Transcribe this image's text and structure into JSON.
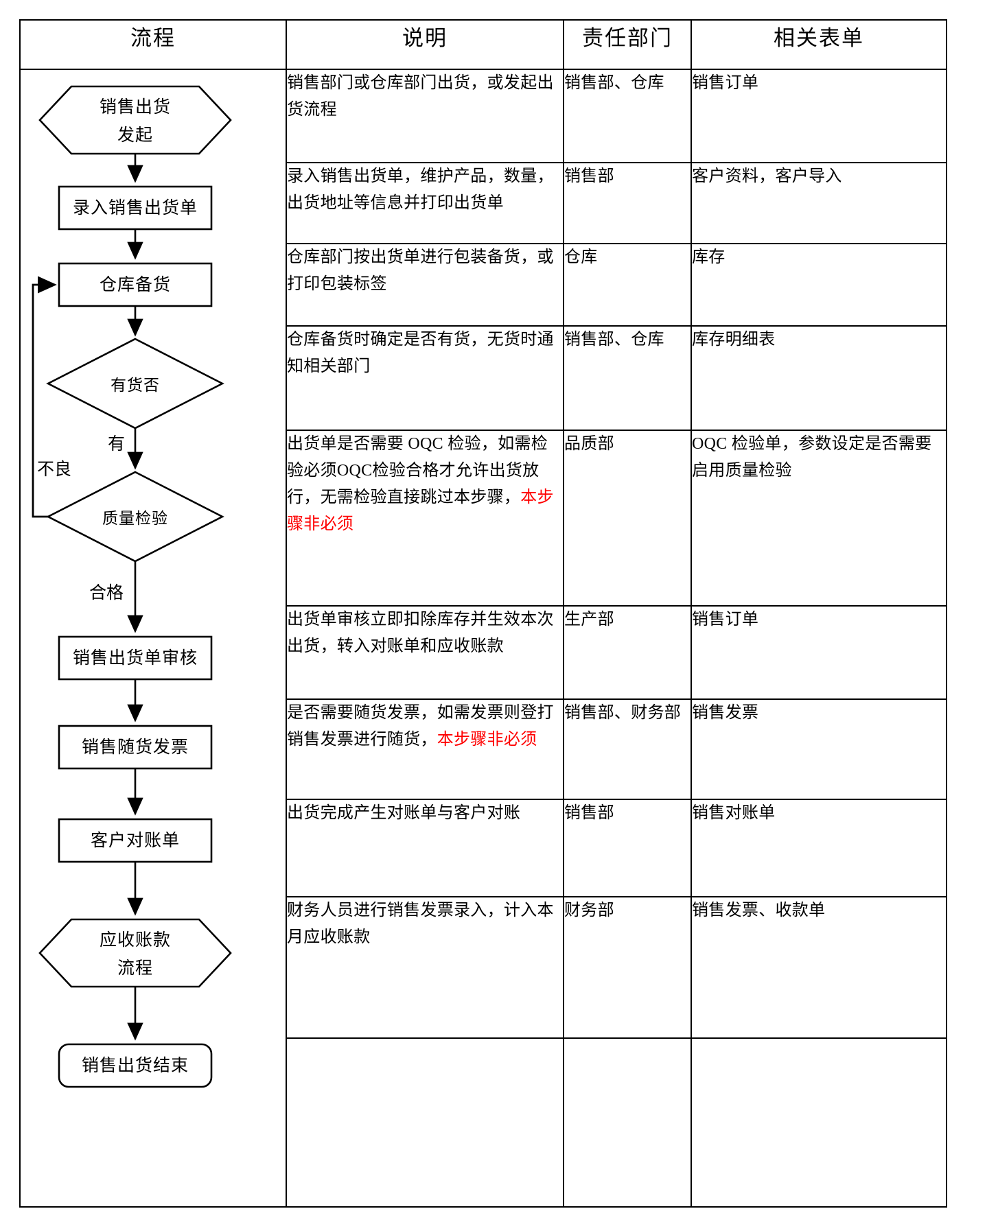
{
  "headers": {
    "flow": "流程",
    "desc": "说明",
    "dept": "责任部门",
    "form": "相关表单"
  },
  "colors": {
    "line": "#000000",
    "text": "#000000",
    "accent_red": "#ff0000",
    "background": "#ffffff"
  },
  "flowchart": {
    "type": "flowchart",
    "nodes": [
      {
        "id": "start",
        "shape": "hexagon",
        "label_line1": "销售出货",
        "label_line2": "发起"
      },
      {
        "id": "entry",
        "shape": "rectangle",
        "label_line1": "录入销售出货单",
        "label_line2": ""
      },
      {
        "id": "prepare",
        "shape": "rectangle",
        "label_line1": "仓库备货",
        "label_line2": ""
      },
      {
        "id": "hasstock",
        "shape": "diamond",
        "label_line1": "有货否",
        "label_line2": ""
      },
      {
        "id": "quality",
        "shape": "diamond",
        "label_line1": "质量检验",
        "label_line2": ""
      },
      {
        "id": "audit",
        "shape": "rectangle",
        "label_line1": "销售出货单审核",
        "label_line2": ""
      },
      {
        "id": "invoice",
        "shape": "rectangle",
        "label_line1": "销售随货发票",
        "label_line2": ""
      },
      {
        "id": "statement",
        "shape": "rectangle",
        "label_line1": "客户对账单",
        "label_line2": ""
      },
      {
        "id": "receivable",
        "shape": "hexagon",
        "label_line1": "应收账款",
        "label_line2": "流程"
      },
      {
        "id": "end",
        "shape": "rounded",
        "label_line1": "销售出货结束",
        "label_line2": ""
      }
    ],
    "edge_labels": {
      "has_stock_yes": "有",
      "defective": "不良",
      "qualified": "合格"
    }
  },
  "rows": [
    {
      "desc_plain": "销售部门或仓库部门出货，或发起出货流程",
      "desc_red": "",
      "dept": "销售部、仓库",
      "form": "销售订单"
    },
    {
      "desc_plain": "录入销售出货单，维护产品，数量，出货地址等信息并打印出货单",
      "desc_red": "",
      "dept": "销售部",
      "form": "客户资料，客户导入"
    },
    {
      "desc_plain": "仓库部门按出货单进行包装备货，或打印包装标签",
      "desc_red": "",
      "dept": "仓库",
      "form": "库存"
    },
    {
      "desc_plain": "仓库备货时确定是否有货，无货时通知相关部门",
      "desc_red": "",
      "dept": "销售部、仓库",
      "form": "库存明细表"
    },
    {
      "desc_plain": "出货单是否需要 OQC 检验，如需检验必须OQC检验合格才允许出货放行，无需检验直接跳过本步骤，",
      "desc_red": "本步骤非必须",
      "dept": "品质部",
      "form": "OQC 检验单，参数设定是否需要启用质量检验"
    },
    {
      "desc_plain": "出货单审核立即扣除库存并生效本次出货，转入对账单和应收账款",
      "desc_red": "",
      "dept": "生产部",
      "form": "销售订单"
    },
    {
      "desc_plain": "是否需要随货发票，如需发票则登打销售发票进行随货，",
      "desc_red": "本步骤非必须",
      "dept": "销售部、财务部",
      "form": "销售发票"
    },
    {
      "desc_plain": "出货完成产生对账单与客户对账",
      "desc_red": "",
      "dept": "销售部",
      "form": "销售对账单"
    },
    {
      "desc_plain": "财务人员进行销售发票录入，计入本月应收账款",
      "desc_red": "",
      "dept": "财务部",
      "form": "销售发票、收款单"
    },
    {
      "desc_plain": "",
      "desc_red": "",
      "dept": "",
      "form": ""
    }
  ]
}
